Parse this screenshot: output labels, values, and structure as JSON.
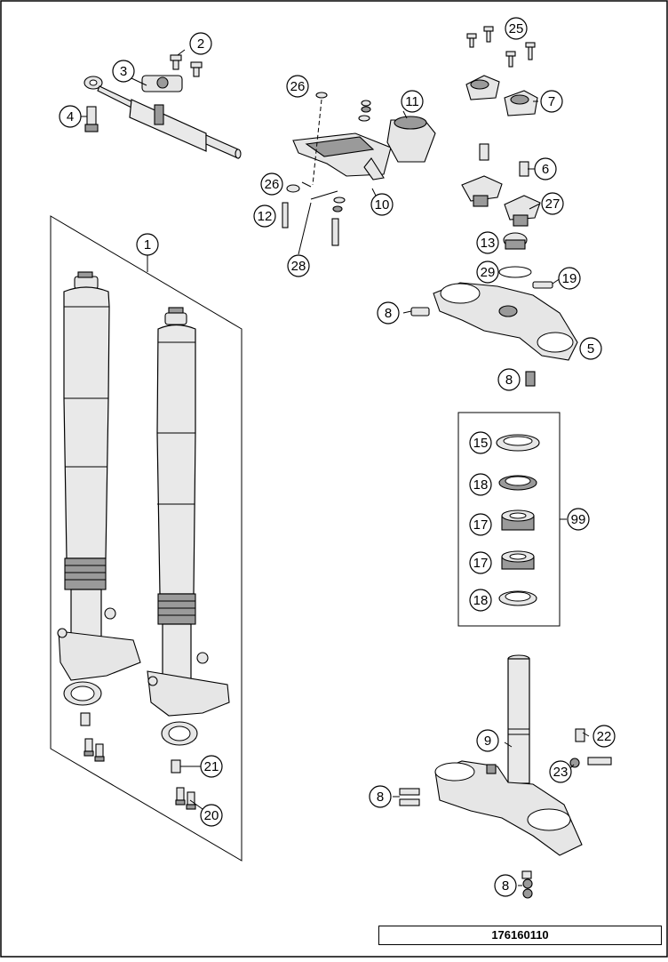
{
  "diagram": {
    "id": "176160110",
    "callouts": [
      "1",
      "2",
      "3",
      "4",
      "5",
      "6",
      "7",
      "8",
      "8",
      "8",
      "8",
      "9",
      "10",
      "11",
      "12",
      "13",
      "15",
      "17",
      "17",
      "18",
      "18",
      "19",
      "20",
      "21",
      "22",
      "23",
      "25",
      "26",
      "26",
      "27",
      "28",
      "29",
      "99"
    ]
  }
}
